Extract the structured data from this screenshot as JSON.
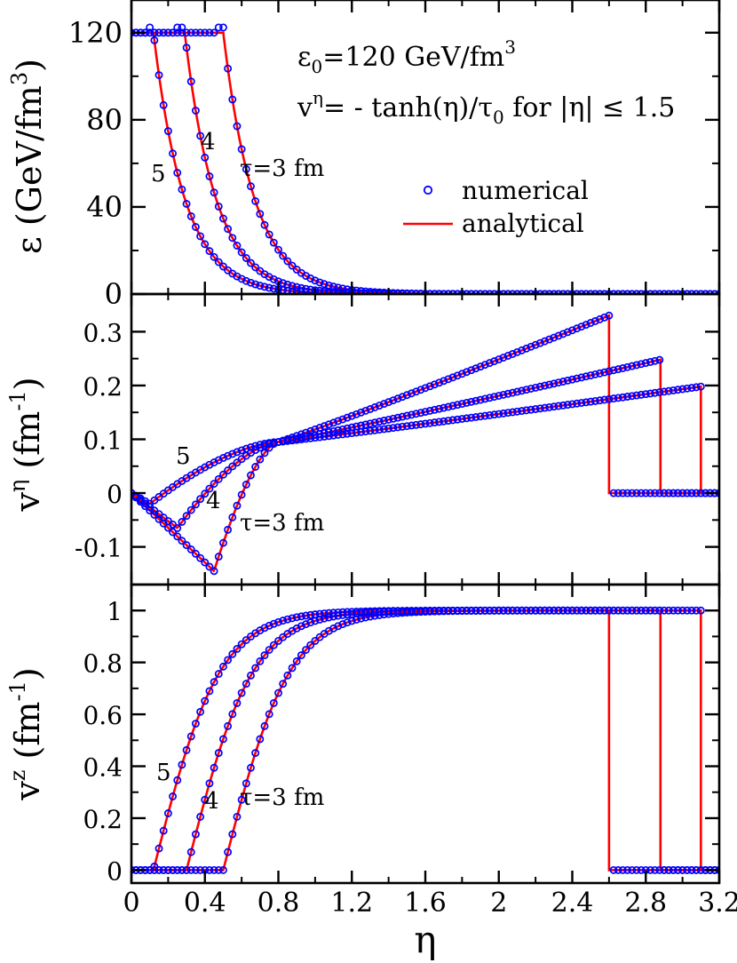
{
  "chart_data": [
    {
      "type": "line",
      "panel": "top",
      "ylabel_parts": [
        "ε (GeV/fm",
        "3",
        ")"
      ],
      "ylim": [
        0,
        135
      ],
      "yticks": [
        0,
        40,
        80,
        120
      ],
      "ytick_labels": [
        "0",
        "40",
        "80",
        "120"
      ],
      "annotations": {
        "eps0_parts": [
          "ε",
          "0",
          "=120 GeV/fm",
          "3"
        ],
        "veta_parts": [
          "v",
          "η",
          "= - tanh(η)/τ",
          "0",
          " for |η| ≤ 1.5"
        ],
        "curve_labels": [
          "5",
          "4",
          "τ=3 fm"
        ]
      },
      "legend": {
        "placement": "right",
        "numerical": "numerical",
        "analytical": "analytical"
      },
      "series": [
        {
          "tau": 3,
          "params": {
            "eta_front": 0.5,
            "eta_shock": 3.1,
            "eps0": 120
          }
        },
        {
          "tau": 4,
          "params": {
            "eta_front": 0.29,
            "eta_shock": 2.88,
            "eps0": 120
          }
        },
        {
          "tau": 5,
          "params": {
            "eta_front": 0.12,
            "eta_shock": 2.6,
            "eps0": 120
          }
        }
      ]
    },
    {
      "type": "line",
      "panel": "middle",
      "ylabel_parts": [
        "v",
        "η",
        " (fm",
        "-1",
        ")"
      ],
      "ylim": [
        -0.17,
        0.37
      ],
      "yticks": [
        -0.1,
        0,
        0.1,
        0.2,
        0.3
      ],
      "ytick_labels": [
        "-0.1",
        "0",
        "0.1",
        "0.2",
        "0.3"
      ],
      "annotations": {
        "curve_labels": [
          "5",
          "4",
          "τ=3 fm"
        ]
      },
      "series": [
        {
          "tau": 3,
          "params": {
            "eta_min": 0.45,
            "v_min": -0.145,
            "eta_shock": 3.1,
            "v_peak": 0.198
          }
        },
        {
          "tau": 4,
          "params": {
            "eta_min": 0.25,
            "v_min": -0.065,
            "eta_shock": 2.88,
            "v_peak": 0.248
          }
        },
        {
          "tau": 5,
          "params": {
            "eta_min": 0.1,
            "v_min": -0.02,
            "eta_shock": 2.6,
            "v_peak": 0.33
          }
        }
      ]
    },
    {
      "type": "line",
      "panel": "bottom",
      "ylabel_parts": [
        "v",
        "z",
        " (fm",
        "-1",
        ")"
      ],
      "xlabel": "η",
      "xlim": [
        0,
        3.2
      ],
      "xticks": [
        0,
        0.4,
        0.8,
        1.2,
        1.6,
        2,
        2.4,
        2.8,
        3.2
      ],
      "xtick_labels": [
        "0",
        "0.4",
        "0.8",
        "1.2",
        "1.6",
        "2",
        "2.4",
        "2.8",
        "3.2"
      ],
      "ylim": [
        -0.05,
        1.1
      ],
      "yticks": [
        0,
        0.2,
        0.4,
        0.6,
        0.8,
        1
      ],
      "ytick_labels": [
        "0",
        "0.2",
        "0.4",
        "0.6",
        "0.8",
        "1"
      ],
      "annotations": {
        "curve_labels": [
          "5",
          "4",
          "τ=3 fm"
        ]
      },
      "series": [
        {
          "tau": 3,
          "params": {
            "eta_start": 0.5,
            "eta_shock": 3.1
          }
        },
        {
          "tau": 4,
          "params": {
            "eta_start": 0.3,
            "eta_shock": 2.88
          }
        },
        {
          "tau": 5,
          "params": {
            "eta_start": 0.12,
            "eta_shock": 2.6
          }
        }
      ]
    }
  ],
  "colors": {
    "analytical": "#ff0000",
    "numerical": "#0000ff",
    "axes": "#000000"
  }
}
